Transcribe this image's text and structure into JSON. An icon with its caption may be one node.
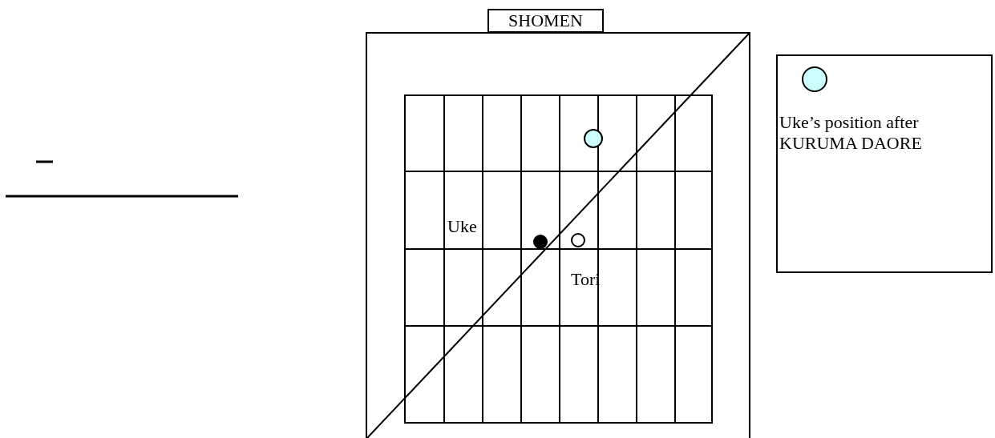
{
  "diagram": {
    "nodes": [
      {
        "text": [
          "SHOMEN"
        ]
      },
      {
        "text": [],
        "shape": "box"
      },
      {
        "text": [],
        "shape": "box",
        "in": 1
      }
    ],
    "labels": [
      "Uke",
      "Tori"
    ],
    "legend": [
      {
        "text": "Uke’s position after KURUMA DAORE",
        "color": "#ccffff"
      }
    ]
  }
}
